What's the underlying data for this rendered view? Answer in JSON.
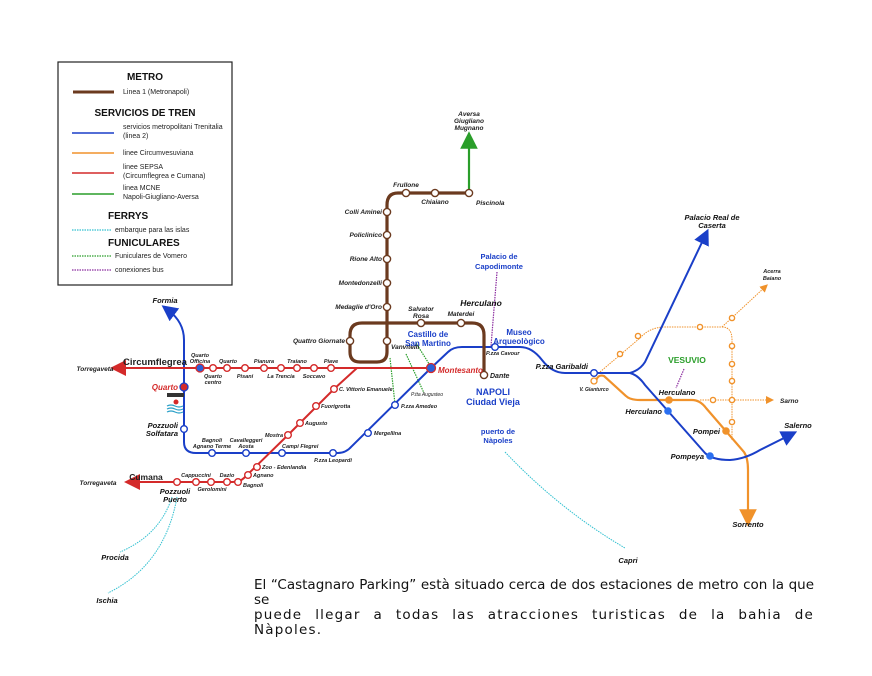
{
  "colors": {
    "metro": "#6b3a1f",
    "trenitalia": "#1a3fc8",
    "circumvesuviana": "#f0922b",
    "sepsa": "#d42a2a",
    "mcne": "#2a9e2a",
    "ferry": "#30c0d0",
    "funicular": "#2a9e2a",
    "bus": "#8a2a9e"
  },
  "legend": {
    "metro_title": "METRO",
    "metro_line1": "Linea 1 (Metronapoli)",
    "tren_title": "SERVICIOS DE TREN",
    "trenitalia_1": "servicios metropolitani Trenitalia",
    "trenitalia_2": "(linea 2)",
    "circumvesuviana": "linee Circumvesuviana",
    "sepsa_1": "linee SEPSA",
    "sepsa_2": "(Circumflegrea e Cumana)",
    "mcne_1": "linea MCNE",
    "mcne_2": "Napoli-Giugliano-Aversa",
    "ferry_title": "FERRYS",
    "ferry_item": "embarque para las islas",
    "funicular_title": "FUNICULARES",
    "funicular_item": "Funiculares de Vomero",
    "bus_item": "conexiones bus"
  },
  "stations": {
    "piscinola": "Piscinola",
    "chiaiano": "Chiaiano",
    "frullone": "Frullone",
    "colli_aminei": "Colli Aminei",
    "policlinico": "Policlinico",
    "rione_alto": "Rione Alto",
    "montedonzelli": "Montedonzelli",
    "medaglie": "Medaglie d'Oro",
    "vanvitelli": "Vanvitelli",
    "quattro_giornate": "Quattro Giornate",
    "salvator_1": "Salvator",
    "salvator_2": "Rosa",
    "materdei": "Materdei",
    "dante": "Dante",
    "quarto_officina_1": "Quarto",
    "quarto_officina_2": "Officina",
    "quarto_centro_1": "Quarto",
    "quarto_centro_2": "centro",
    "quarto": "Quarto",
    "pisani": "Pisani",
    "pianura": "Pianura",
    "la_trencia": "La Trencia",
    "traiano": "Traiano",
    "soccavo": "Soccavo",
    "piave": "Piave",
    "montesanto": "Montesanto",
    "c_vittorio": "C. Vittorio Emanuele",
    "fuorigrotta": "Fuorigrotta",
    "augusto": "Augusto",
    "mostra": "Mostra",
    "zoo": "Zoo - Edenlandia",
    "agnano": "Agnano",
    "bagnoli": "Bagnoli",
    "dazio": "Dazio",
    "gerolomini": "Gerolomini",
    "cappuccini": "Cappuccini",
    "pozzuoli_puerto_1": "Pozzuoli",
    "pozzuoli_puerto_2": "Puerto",
    "quarto_fs": "Quarto",
    "pozzuoli_solfatara_1": "Pozzuoli",
    "pozzuoli_solfatara_2": "Solfatara",
    "bagnoli_agnano_1": "Bagnoli",
    "bagnoli_agnano_2": "Agnano Terme",
    "cavalleggeri_1": "Cavalleggeri",
    "cavalleggeri_2": "Aosta",
    "campi_flegrei": "Campi Flegrei",
    "pzza_leopardi": "P.zza Leopardi",
    "mergellina": "Mergellina",
    "pzza_amedeo": "P.zza Amedeo",
    "ptta_augusteo": "P.tta Augusteo",
    "pzza_cavour": "P.zza Cavour",
    "pzza_garibaldi": "P.zza Garibaldi",
    "v_gianturco": "V. Gianturco",
    "herculano_fs": "Herculano",
    "pompeya": "Pompeya",
    "herculano_cv": "Herculano",
    "pompei": "Pompei"
  },
  "places": {
    "aversa_1": "Aversa",
    "aversa_2": "Giugliano",
    "aversa_3": "Mugnano",
    "formia": "Formia",
    "torregaveta_1": "Torregaveta",
    "torregaveta_2": "Torregaveta",
    "circumflegrea": "Circumflegrea",
    "cumana": "Cumana",
    "procida": "Procida",
    "ischia": "Ischia",
    "capri": "Capri",
    "capodimonte_1": "Palacio de",
    "capodimonte_2": "Capodimonte",
    "herculano_bus": "Herculano",
    "castillo_1": "Castillo de",
    "castillo_2": "San Martino",
    "museo_1": "Museo",
    "museo_2": "Arqueològico",
    "napoli_1": "NAPOLI",
    "napoli_2": "Ciudad Vieja",
    "puerto_1": "puerto de",
    "puerto_2": "Nàpoles",
    "caserta_1": "Palacio Real de",
    "caserta_2": "Caserta",
    "acerra_1": "Acerra",
    "acerra_2": "Baiano",
    "sarno": "Sarno",
    "vesuvio": "VESUVIO",
    "salerno": "Salerno",
    "sorrento": "Sorrento"
  },
  "caption": {
    "line1": "El “Castagnaro Parking” està situado cerca de dos estaciones de metro con la que se",
    "line2": "puede llegar a todas las atracciones turisticas de la bahia de Nàpoles."
  }
}
